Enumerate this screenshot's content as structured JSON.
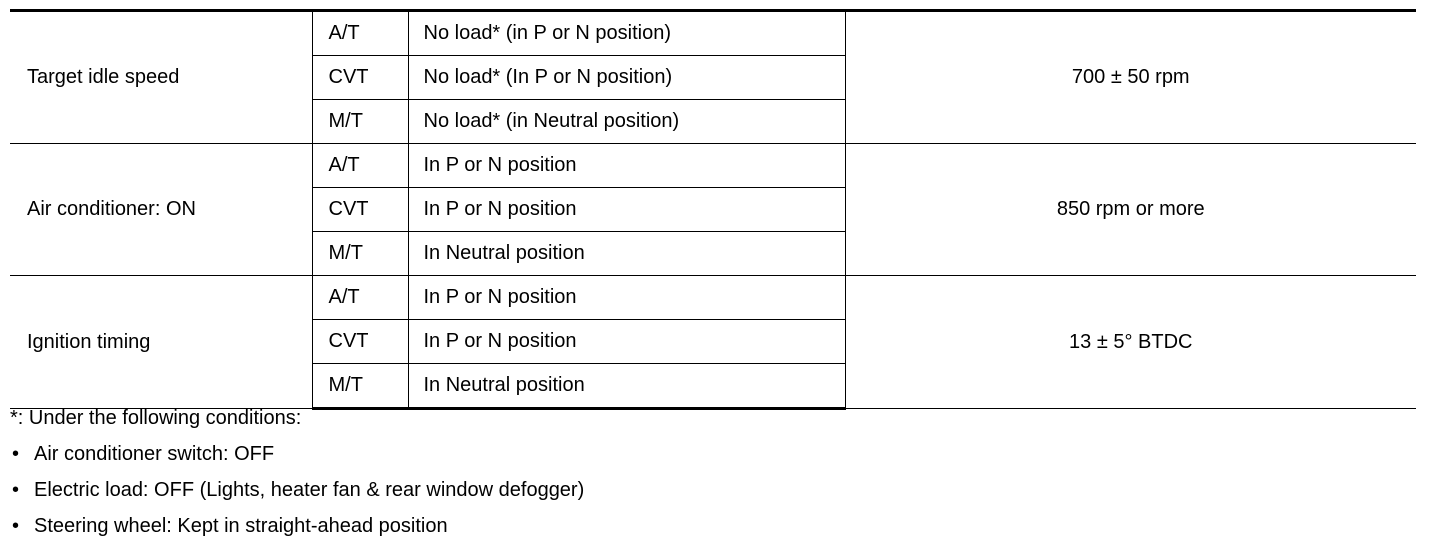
{
  "table": {
    "groups": [
      {
        "item": "Target idle speed",
        "value": "700 ± 50 rpm",
        "rows": [
          {
            "transmission": "A/T",
            "condition": "No load* (in P or N position)"
          },
          {
            "transmission": "CVT",
            "condition": "No load* (In P or N position)"
          },
          {
            "transmission": "M/T",
            "condition": "No load* (in Neutral position)"
          }
        ]
      },
      {
        "item": "Air conditioner: ON",
        "value": "850 rpm or more",
        "rows": [
          {
            "transmission": "A/T",
            "condition": "In P or N position"
          },
          {
            "transmission": "CVT",
            "condition": "In P or N position"
          },
          {
            "transmission": "M/T",
            "condition": "In Neutral position"
          }
        ]
      },
      {
        "item": "Ignition timing",
        "value": "13 ± 5° BTDC",
        "rows": [
          {
            "transmission": "A/T",
            "condition": "In P or N position"
          },
          {
            "transmission": "CVT",
            "condition": "In P or N position"
          },
          {
            "transmission": "M/T",
            "condition": "In Neutral position"
          }
        ]
      }
    ]
  },
  "notes": {
    "heading": "*: Under the following conditions:",
    "bullet_symbol": "•",
    "bullets": [
      "Air conditioner switch: OFF",
      "Electric load: OFF (Lights, heater fan & rear window defogger)",
      "Steering wheel: Kept in straight-ahead position"
    ]
  }
}
